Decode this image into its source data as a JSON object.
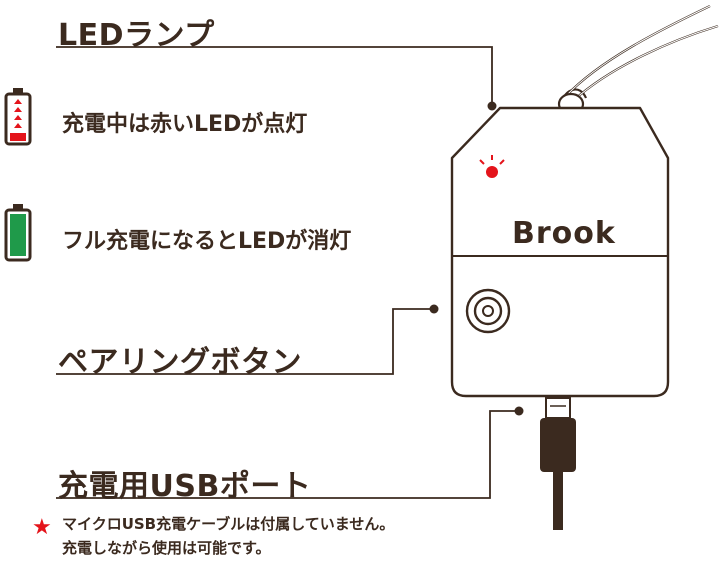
{
  "labels": {
    "led_lamp": "LEDランプ",
    "charging_red": "充電中は赤いLEDが点灯",
    "full_charge_off": "フル充電になるとLEDが消灯",
    "pairing_button": "ペアリングボタン",
    "usb_port": "充電用USBポート",
    "note_line1": "マイクロUSB充電ケーブルは付属していません。",
    "note_line2": "充電しながら使用は可能です。"
  },
  "device": {
    "brand": "Brook"
  },
  "colors": {
    "text": "#3b2a1f",
    "led_red": "#e4141b",
    "battery_green": "#1f9a4a",
    "outline": "#3b2a1f"
  },
  "icons": {
    "battery_charging": "battery-charging-icon",
    "battery_full": "battery-full-icon",
    "note_star": "star-icon"
  }
}
